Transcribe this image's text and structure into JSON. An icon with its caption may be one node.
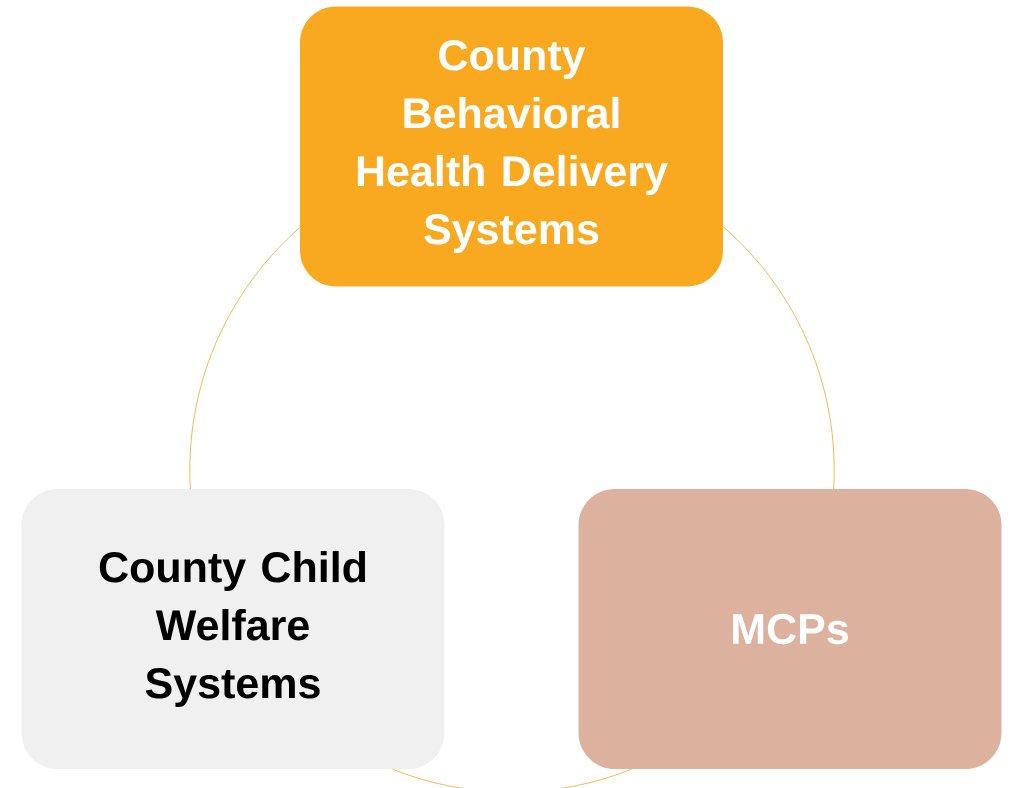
{
  "diagram": {
    "nodes": [
      {
        "text": [
          "County Behavioral Health Delivery Systems"
        ]
      },
      {
        "text": [
          "County Child Welfare Systems"
        ]
      },
      {
        "text": [
          "MCPs"
        ]
      }
    ],
    "edges": [
      {
        "from": 0,
        "to": 1,
        "arrow": "none"
      },
      {
        "from": 0,
        "to": 2,
        "arrow": "none"
      },
      {
        "from": 1,
        "to": 2,
        "arrow": "none"
      }
    ]
  }
}
